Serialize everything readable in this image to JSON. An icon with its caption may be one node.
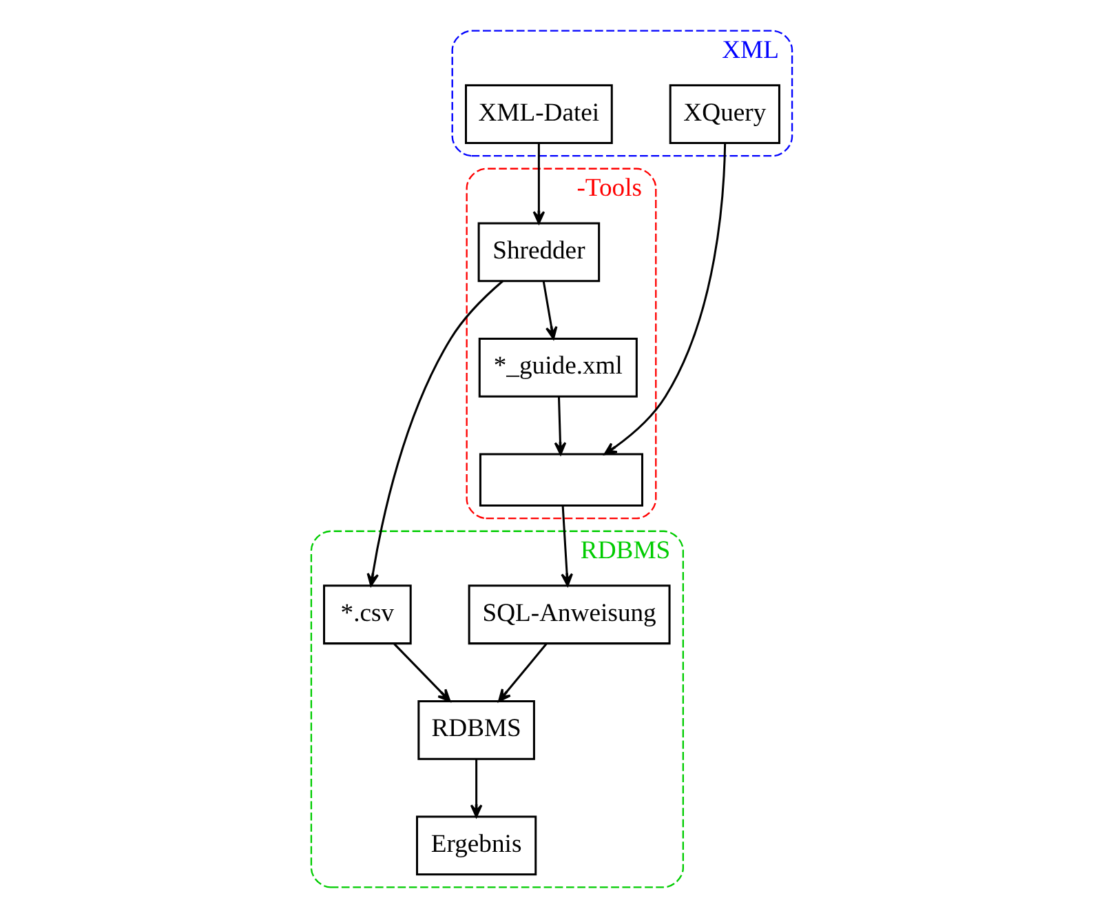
{
  "diagram": {
    "nodes": [
      {
        "text": [
          "XML"
        ]
      },
      {
        "text": [
          "XML-Datei"
        ],
        "in": 0
      },
      {
        "text": [
          "XQuery"
        ],
        "in": 0
      },
      {
        "text": [
          "-Tools"
        ]
      },
      {
        "text": [
          "Shredder"
        ],
        "in": 3
      },
      {
        "text": [
          "*_guide.xml"
        ],
        "in": 3
      },
      {
        "text": [],
        "shape": "box",
        "in": 3
      },
      {
        "text": [
          "RDBMS"
        ]
      },
      {
        "text": [
          "*.csv"
        ],
        "in": 7
      },
      {
        "text": [
          "RDBMS"
        ],
        "in": 7
      },
      {
        "text": [
          "SQL-Anweisung"
        ],
        "in": 7
      },
      {
        "text": [
          "Ergebnis"
        ],
        "in": 7
      }
    ],
    "edges": [
      {
        "from": 1,
        "to": 4,
        "arrow": "to"
      },
      {
        "from": 4,
        "to": 8,
        "arrow": "to"
      },
      {
        "from": 4,
        "to": 5,
        "arrow": "to"
      },
      {
        "from": 5,
        "to": 6,
        "arrow": "to"
      },
      {
        "from": 2,
        "to": 6,
        "arrow": "to"
      },
      {
        "from": 6,
        "to": 10,
        "arrow": "to"
      },
      {
        "from": 10,
        "to": 9,
        "arrow": "to"
      },
      {
        "from": 8,
        "to": 9,
        "arrow": "to"
      },
      {
        "from": 9,
        "to": 11,
        "arrow": "to"
      }
    ]
  }
}
